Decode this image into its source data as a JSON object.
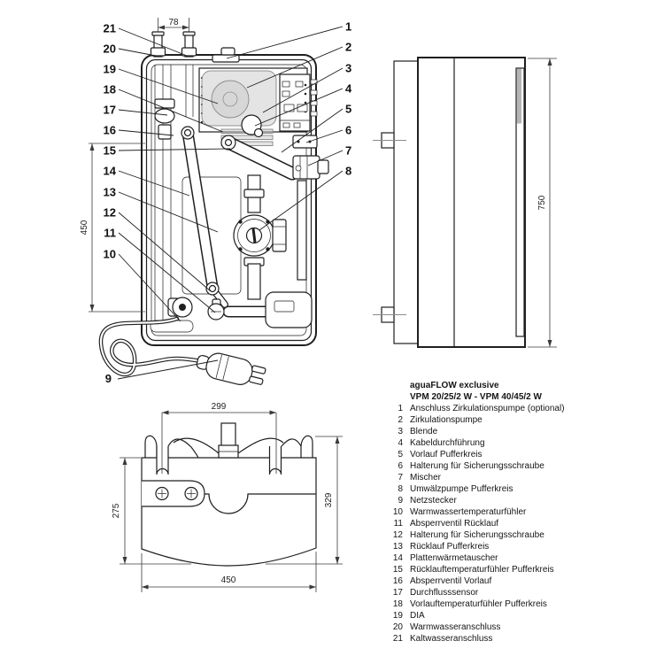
{
  "legend": {
    "title": "aguaFLOW exclusive",
    "subtitle": "VPM 20/25/2 W - VPM 40/45/2 W",
    "items": [
      {
        "num": "1",
        "label": "Anschluss Zirkulationspumpe (optional)"
      },
      {
        "num": "2",
        "label": "Zirkulationspumpe"
      },
      {
        "num": "3",
        "label": "Blende"
      },
      {
        "num": "4",
        "label": "Kabeldurchführung"
      },
      {
        "num": "5",
        "label": "Vorlauf Pufferkreis"
      },
      {
        "num": "6",
        "label": "Halterung für Sicherungsschraube"
      },
      {
        "num": "7",
        "label": "Mischer"
      },
      {
        "num": "8",
        "label": "Umwälzpumpe Pufferkreis"
      },
      {
        "num": "9",
        "label": "Netzstecker"
      },
      {
        "num": "10",
        "label": "Warmwassertemperaturfühler"
      },
      {
        "num": "11",
        "label": "Absperrventil Rücklauf"
      },
      {
        "num": "12",
        "label": "Halterung für Sicherungsschraube"
      },
      {
        "num": "13",
        "label": "Rücklauf Pufferkreis"
      },
      {
        "num": "14",
        "label": "Plattenwärmetauscher"
      },
      {
        "num": "15",
        "label": "Rücklauftemperaturfühler Pufferkreis"
      },
      {
        "num": "16",
        "label": "Absperrventil Vorlauf"
      },
      {
        "num": "17",
        "label": "Durchflusssensor"
      },
      {
        "num": "18",
        "label": "Vorlauftemperaturfühler Pufferkreis"
      },
      {
        "num": "19",
        "label": "DIA"
      },
      {
        "num": "20",
        "label": "Warmwasseranschluss"
      },
      {
        "num": "21",
        "label": "Kaltwasseranschluss"
      }
    ]
  },
  "dims": {
    "pipe_spacing": "78",
    "front_height": "450",
    "side_height": "750",
    "bottom_port_spacing": "299",
    "bottom_depth_front": "275",
    "bottom_depth_total": "329",
    "bottom_width": "450"
  },
  "callouts": {
    "left": [
      "21",
      "20",
      "19",
      "18",
      "17",
      "16",
      "15",
      "14",
      "13",
      "12",
      "11",
      "10"
    ],
    "right": [
      "1",
      "2",
      "3",
      "4",
      "5",
      "6",
      "7",
      "8"
    ],
    "plug": "9"
  },
  "colors": {
    "line": "#1f1f1f",
    "dim_line": "#3a3a3a",
    "pump_fill": "#c9c9c9",
    "slot_fill": "#b5b5b5",
    "background": "#ffffff"
  }
}
